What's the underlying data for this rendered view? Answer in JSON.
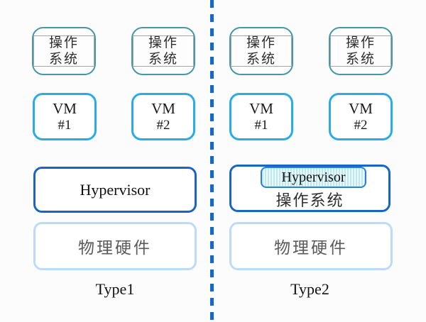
{
  "colors": {
    "divider_dash": "#1467cb",
    "guest_os_border": "#4797aa",
    "vm_border": "#29abe8",
    "hypervisor_border": "#1a64c8",
    "hardware_border": "#bcdbfa",
    "hypervisor_chip_stripe": "#bfe7ee"
  },
  "type1": {
    "label": "Type1",
    "os1": {
      "line1": "操作",
      "line2": "系统"
    },
    "os2": {
      "line1": "操作",
      "line2": "系统"
    },
    "vm1": {
      "line1": "VM",
      "line2": "#1"
    },
    "vm2": {
      "line1": "VM",
      "line2": "#2"
    },
    "hypervisor": "Hypervisor",
    "hardware": "物理硬件"
  },
  "type2": {
    "label": "Type2",
    "os1": {
      "line1": "操作",
      "line2": "系统"
    },
    "os2": {
      "line1": "操作",
      "line2": "系统"
    },
    "vm1": {
      "line1": "VM",
      "line2": "#1"
    },
    "vm2": {
      "line1": "VM",
      "line2": "#2"
    },
    "hypervisor": "Hypervisor",
    "host_os": "操作系统",
    "hardware": "物理硬件"
  }
}
